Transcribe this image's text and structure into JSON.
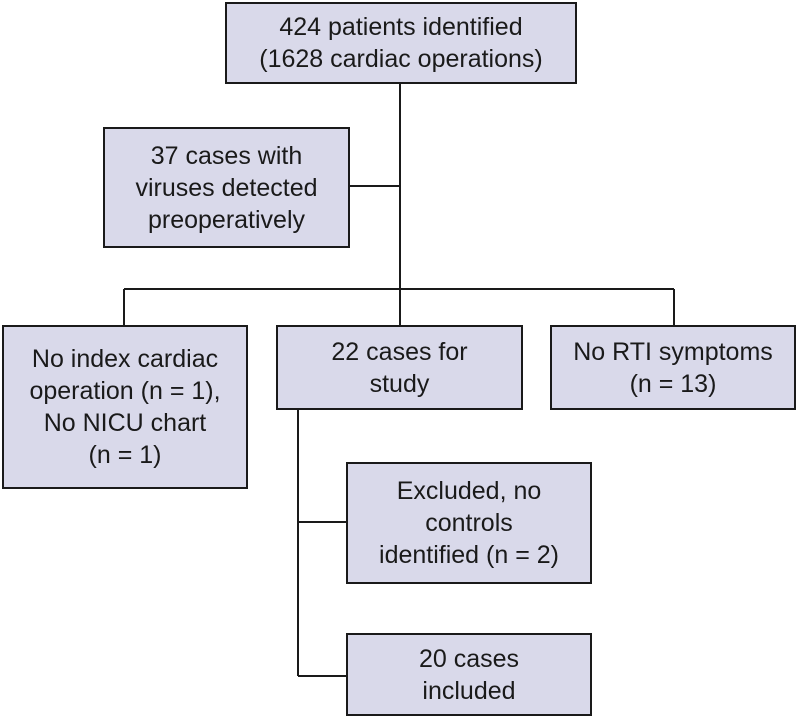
{
  "boxes": {
    "identified": {
      "lines": [
        "424 patients identified",
        "(1628 cardiac operations)"
      ]
    },
    "viruses": {
      "lines": [
        "37 cases with",
        "viruses detected",
        "preoperatively"
      ]
    },
    "no_index": {
      "lines": [
        "No index cardiac",
        "operation (n = 1),",
        "No NICU chart",
        "(n = 1)"
      ]
    },
    "study": {
      "lines": [
        "22 cases for",
        "study"
      ]
    },
    "no_rti": {
      "lines": [
        "No RTI symptoms",
        "(n = 13)"
      ]
    },
    "excluded": {
      "lines": [
        "Excluded, no",
        "controls",
        "identified (n = 2)"
      ]
    },
    "included": {
      "lines": [
        "20 cases",
        "included"
      ]
    }
  },
  "colors": {
    "box_fill": "#d9d9ea",
    "stroke": "#1a1a1a",
    "text": "#1a1a1a"
  }
}
